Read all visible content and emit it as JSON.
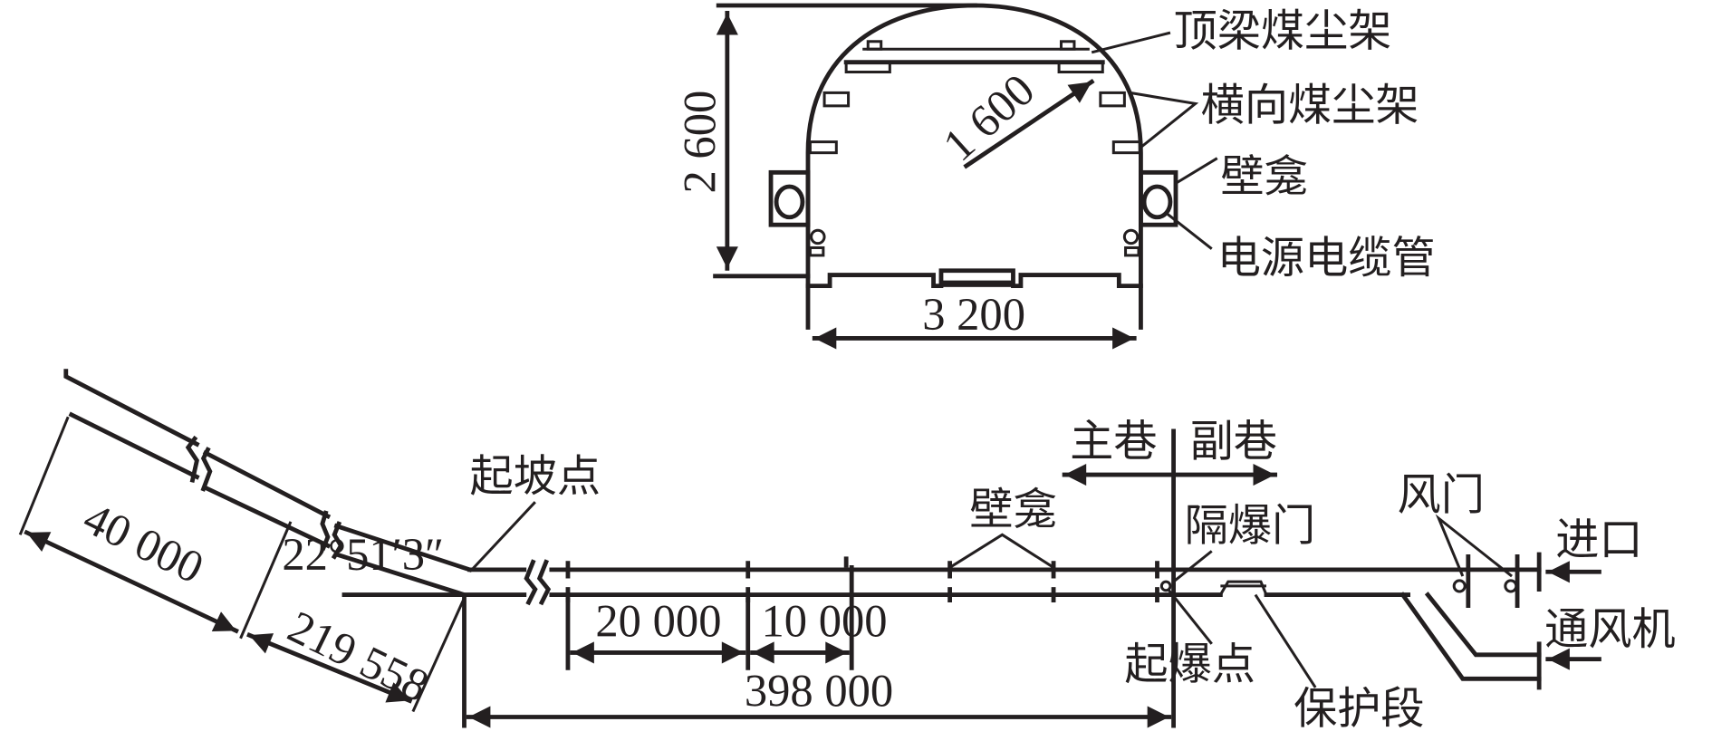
{
  "cross_section": {
    "height_dim": "2 600",
    "width_dim": "3 200",
    "radius_dim": "1 600",
    "labels": {
      "roof_beam_dust_rack": "顶梁煤尘架",
      "transverse_dust_rack": "横向煤尘架",
      "wall_niche": "壁龛",
      "power_cable_pipe": "电源电缆管"
    }
  },
  "longitudinal": {
    "dims": {
      "slope_upper": "40 000",
      "slope_length": "219 558",
      "angle": "22°51′3″",
      "seg_20000": "20 000",
      "seg_10000": "10 000",
      "total": "398 000"
    },
    "labels": {
      "slope_start": "起坡点",
      "main_roadway": "主巷",
      "auxiliary_roadway": "副巷",
      "wall_niche": "壁龛",
      "explosion_door": "隔爆门",
      "ignition_point": "起爆点",
      "protection_section": "保护段",
      "air_door": "风门",
      "inlet": "进口",
      "fan": "通风机"
    }
  }
}
